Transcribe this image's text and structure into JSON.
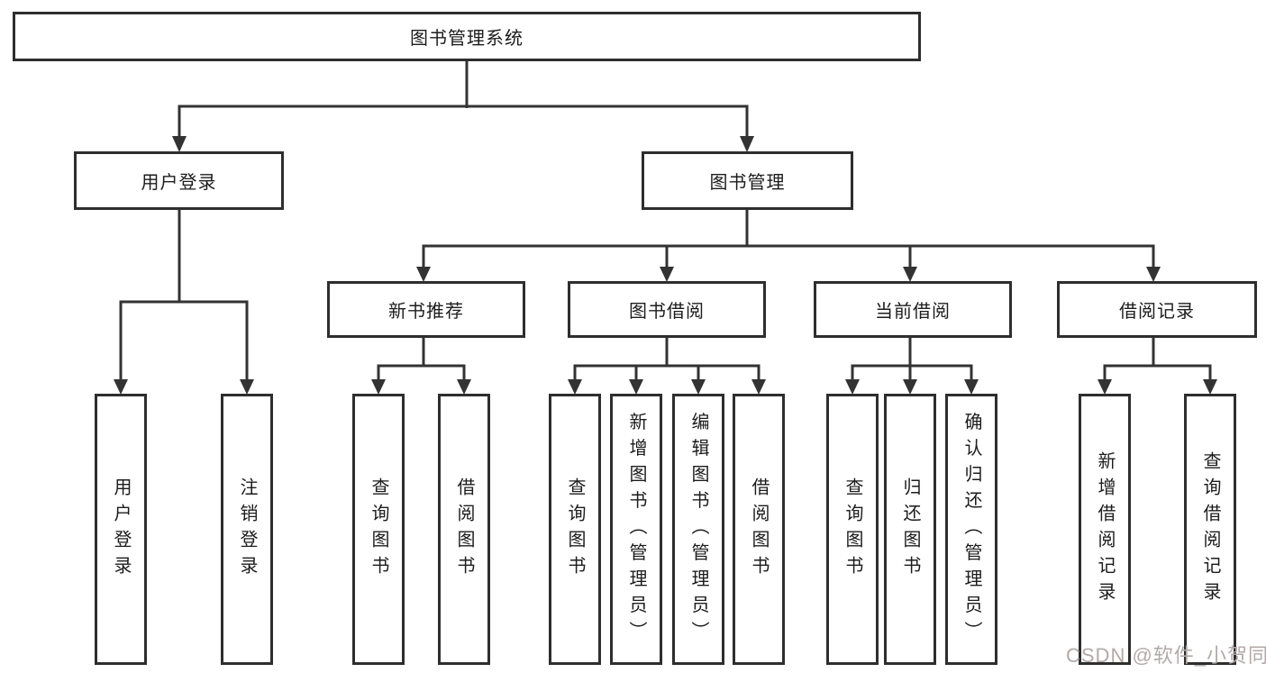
{
  "nodes": {
    "root": "图书管理系统",
    "user_login": "用户登录",
    "book_mgmt": "图书管理",
    "new_book_rec": "新书推荐",
    "book_borrow": "图书借阅",
    "current_borrow": "当前借阅",
    "borrow_records": "借阅记录",
    "leaf_user_login": "用户登录",
    "leaf_logout": "注销登录",
    "leaf_newrec_query": "查询图书",
    "leaf_newrec_borrow": "借阅图书",
    "leaf_borrow_query": "查询图书",
    "leaf_borrow_add": "新增图书（管理员）",
    "leaf_borrow_edit": "编辑图书（管理员）",
    "leaf_borrow_borrow": "借阅图书",
    "leaf_current_query": "查询图书",
    "leaf_current_return": "归还图书",
    "leaf_current_confirm": "确认归还（管理员）",
    "leaf_records_add": "新增借阅记录",
    "leaf_records_query": "查询借阅记录"
  },
  "watermark": "CSDN @软件_小贺同学",
  "colors": {
    "line": "#333333",
    "border": "#2e2e2e",
    "text": "#1c1c1c",
    "watermark": "#b3a9a9",
    "background": "#ffffff"
  }
}
